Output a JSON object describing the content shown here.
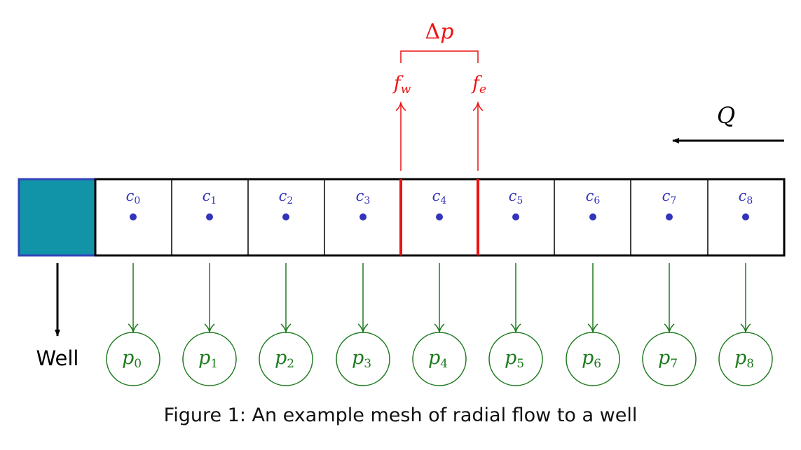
{
  "colors": {
    "blue": "#3333bb",
    "red": "#ee1111",
    "green": "#1d7a1d",
    "well_fill": "#1194a8",
    "well_border": "#3344bb",
    "black": "#000000"
  },
  "diagram": {
    "cells": [
      {
        "label": "c",
        "sub": "0"
      },
      {
        "label": "c",
        "sub": "1"
      },
      {
        "label": "c",
        "sub": "2"
      },
      {
        "label": "c",
        "sub": "3"
      },
      {
        "label": "c",
        "sub": "4"
      },
      {
        "label": "c",
        "sub": "5"
      },
      {
        "label": "c",
        "sub": "6"
      },
      {
        "label": "c",
        "sub": "7"
      },
      {
        "label": "c",
        "sub": "8"
      }
    ],
    "pressures": [
      {
        "label": "p",
        "sub": "0"
      },
      {
        "label": "p",
        "sub": "1"
      },
      {
        "label": "p",
        "sub": "2"
      },
      {
        "label": "p",
        "sub": "3"
      },
      {
        "label": "p",
        "sub": "4"
      },
      {
        "label": "p",
        "sub": "5"
      },
      {
        "label": "p",
        "sub": "6"
      },
      {
        "label": "p",
        "sub": "7"
      },
      {
        "label": "p",
        "sub": "8"
      }
    ],
    "well_label": "Well",
    "flow_label": "Q",
    "faces": {
      "west": {
        "label": "f",
        "sub": "w"
      },
      "east": {
        "label": "f",
        "sub": "e"
      }
    },
    "pressure_drop": {
      "symbol": "Δ",
      "var": "p"
    }
  },
  "caption": "Figure 1: An example mesh of radial flow to a well"
}
